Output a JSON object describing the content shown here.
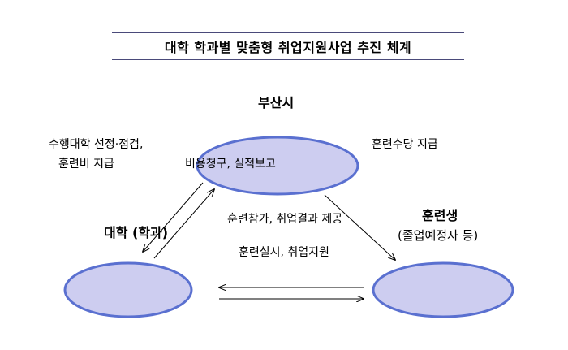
{
  "title": "대학 학과별 맞춤형 취업지원사업 추진 체계",
  "nodes": {
    "busan": {
      "label": "부산시"
    },
    "university": {
      "label": "대학 (학과)"
    },
    "trainee": {
      "label": "훈련생",
      "sublabel": "(졸업예정자 등)"
    }
  },
  "edges": {
    "busan_to_university": {
      "line1": "수행대학 선정·점검,",
      "line2": "훈련비 지급"
    },
    "university_to_busan": {
      "label": "비용청구, 실적보고"
    },
    "busan_to_trainee": {
      "label": "훈련수당 지급"
    },
    "trainee_to_busan": {
      "label": "훈련참가, 취업결과 제공"
    },
    "university_to_trainee": {
      "label": "훈련실시, 취업지원"
    }
  },
  "colors": {
    "node_fill": "#cdcdf0",
    "node_stroke": "#5a70d0",
    "arrow": "#000000",
    "title_border": "#4a4a7a"
  }
}
